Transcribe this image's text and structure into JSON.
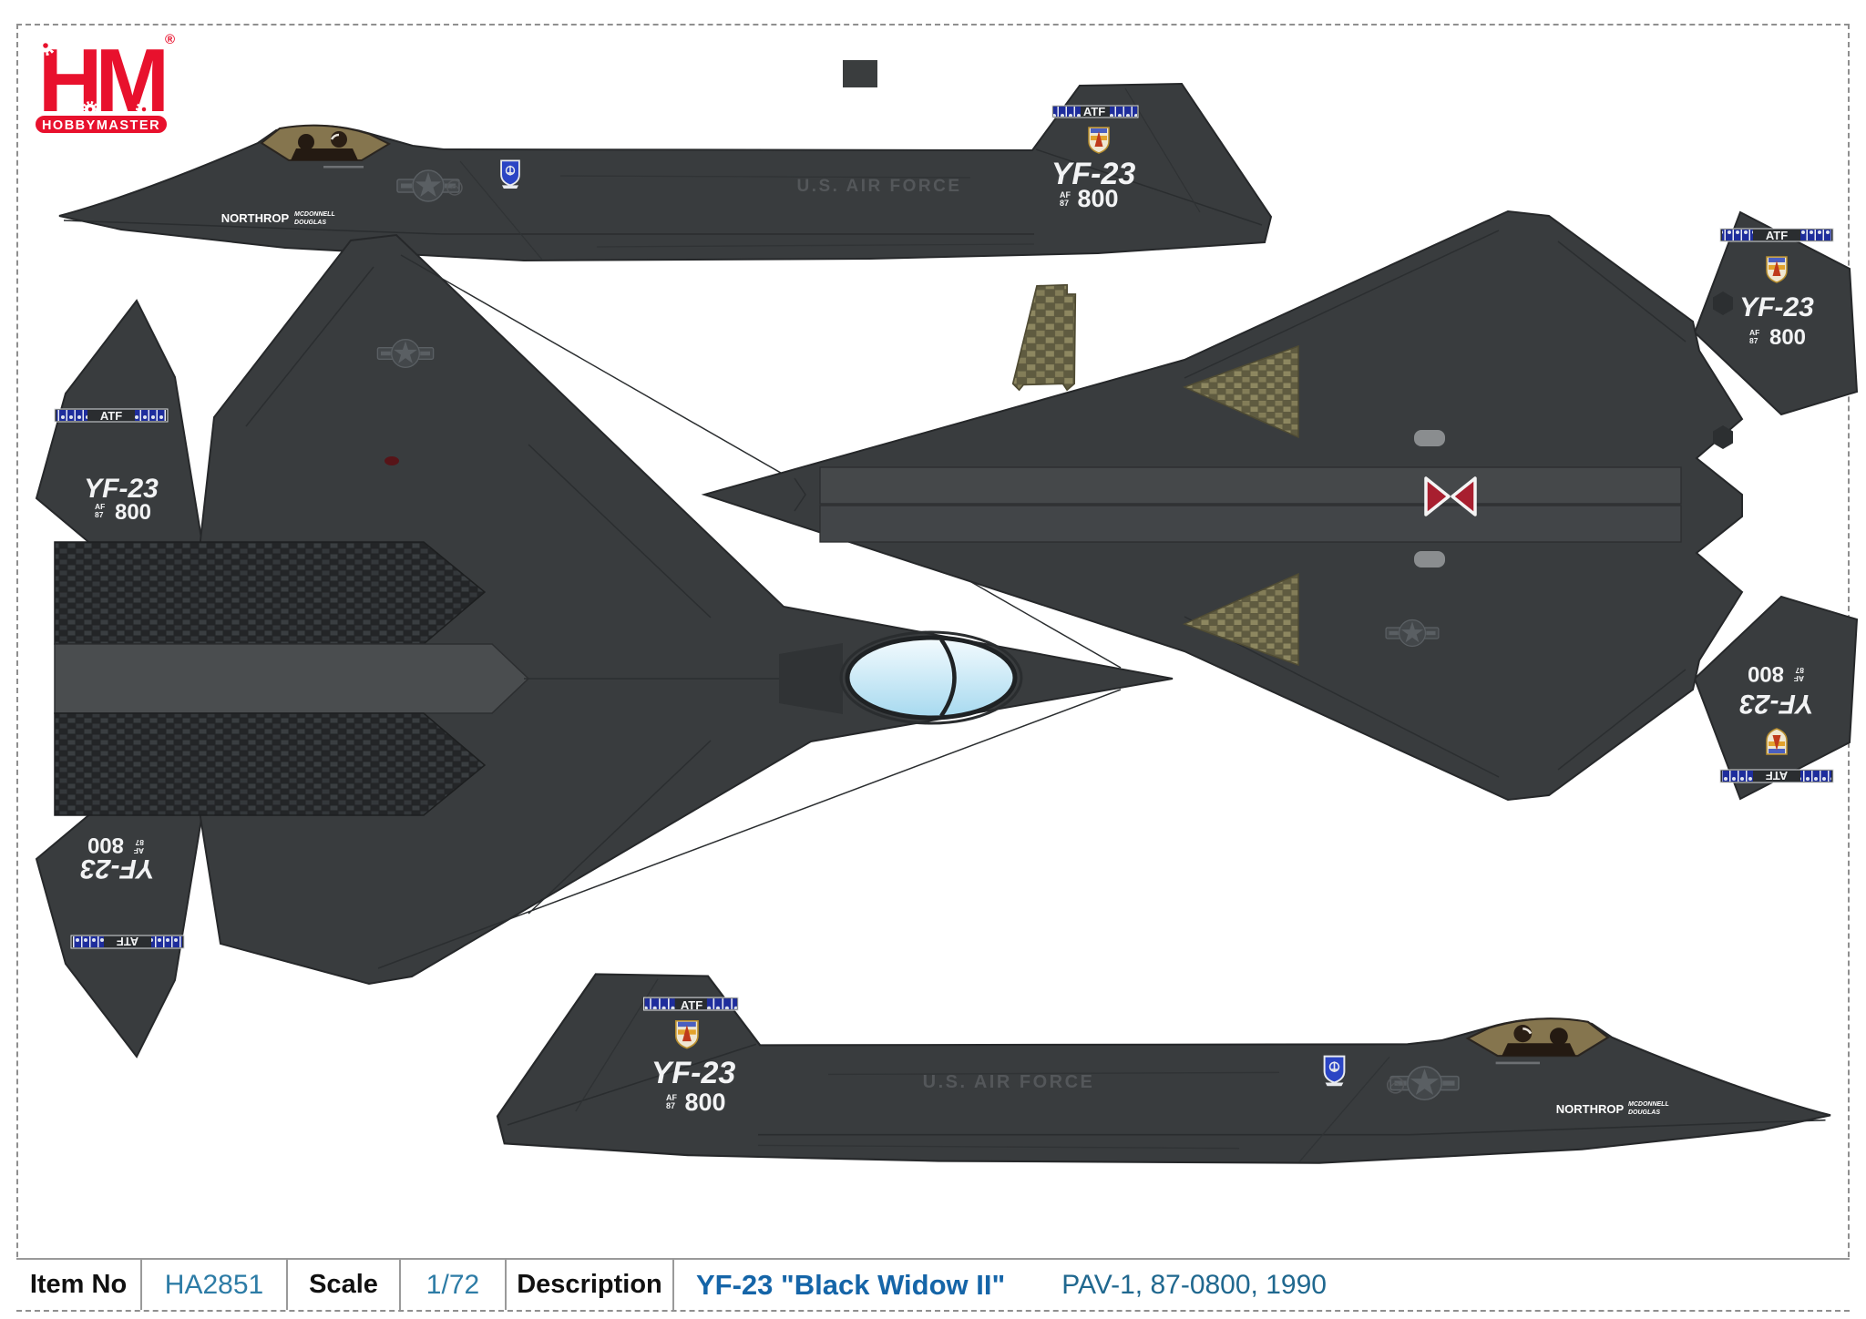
{
  "brand": {
    "logo": "HM",
    "name": "HOBBYMASTER",
    "registered": "®"
  },
  "markings": {
    "atf": "ATF",
    "model": "YF-23",
    "af": "AF",
    "af_no": "87",
    "tail_no": "800",
    "airforce": "U.S. AIR FORCE",
    "maker": "NORTHROP",
    "maker2": "MCDONNELL",
    "maker3": "DOUGLAS"
  },
  "colors": {
    "brand_red": "#e8112d",
    "airframe_gray": "#393c3e",
    "panel_line": "#26282a",
    "canopy_blue": "#cfeaf8",
    "inlet_khaki": "#837d58",
    "band_blue": "#1e2d9c",
    "bowtie_red": "#a81f2f",
    "table_value_blue": "#2d7ca6",
    "description_blue": "#1565a8"
  },
  "spec_table": {
    "item_label": "Item No",
    "item_value": "HA2851",
    "scale_label": "Scale",
    "scale_value": "1/72",
    "desc_label": "Description",
    "desc_value": "YF-23 \"Black Widow II\"",
    "desc_detail": "PAV-1, 87-0800, 1990"
  }
}
